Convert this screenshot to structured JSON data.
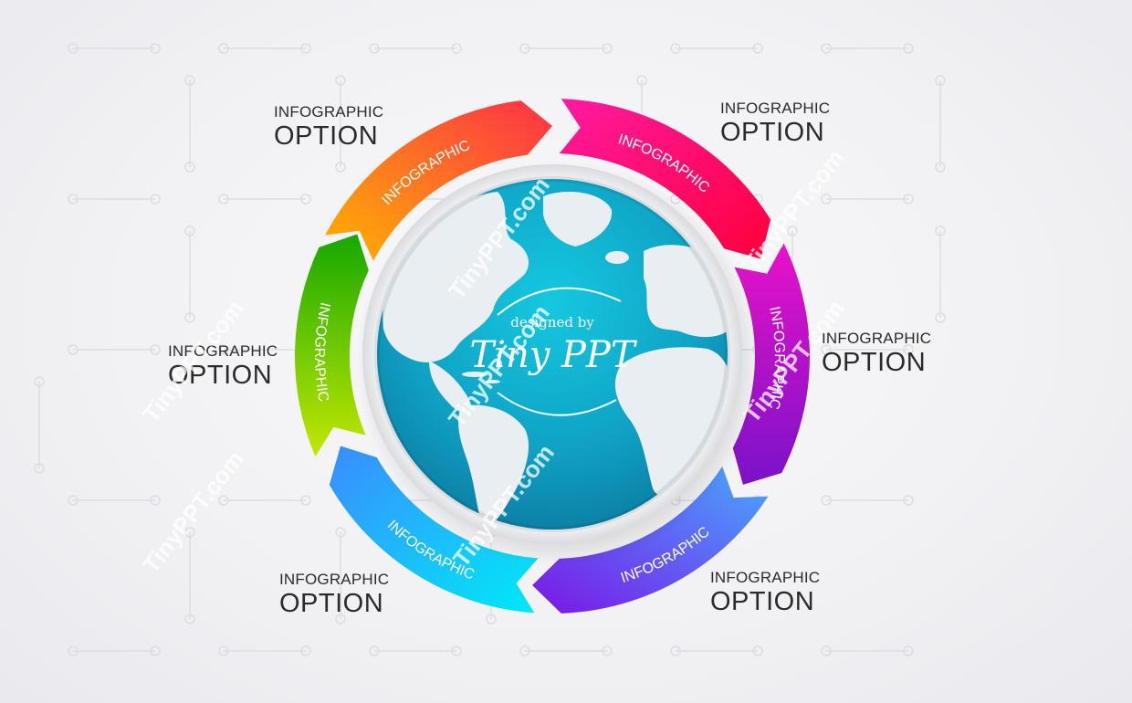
{
  "diagram": {
    "type": "circular-cycle-infographic",
    "center_element": "world-globe",
    "segments": [
      {
        "id": "orange",
        "ribbon_text": "INFOGRAPHIC",
        "gradient": [
          "#ffb300",
          "#ff3a45"
        ],
        "label_small": "INFOGRAPHIC",
        "label_big": "OPTION",
        "position": "top-left"
      },
      {
        "id": "pink",
        "ribbon_text": "INFOGRAPHIC",
        "gradient": [
          "#ff1493",
          "#ff0040"
        ],
        "label_small": "INFOGRAPHIC",
        "label_big": "OPTION",
        "position": "top-right"
      },
      {
        "id": "magenta",
        "ribbon_text": "INFOGRAPHIC",
        "gradient": [
          "#e010c8",
          "#7a10c8"
        ],
        "label_small": "INFOGRAPHIC",
        "label_big": "OPTION",
        "position": "right"
      },
      {
        "id": "violet",
        "ribbon_text": "INFOGRAPHIC",
        "gradient": [
          "#4aa0ff",
          "#7b1ae6"
        ],
        "label_small": "INFOGRAPHIC",
        "label_big": "OPTION",
        "position": "bottom-right"
      },
      {
        "id": "cyan",
        "ribbon_text": "INFOGRAPHIC",
        "gradient": [
          "#00e8f5",
          "#3a8cff"
        ],
        "label_small": "INFOGRAPHIC",
        "label_big": "OPTION",
        "position": "bottom-left"
      },
      {
        "id": "green",
        "ribbon_text": "INFOGRAPHIC",
        "gradient": [
          "#c0e600",
          "#1fae00"
        ],
        "label_small": "INFOGRAPHIC",
        "label_big": "OPTION",
        "position": "left"
      }
    ]
  },
  "labels": [
    {
      "small": "INFOGRAPHIC",
      "big": "OPTION"
    },
    {
      "small": "INFOGRAPHIC",
      "big": "OPTION"
    },
    {
      "small": "INFOGRAPHIC",
      "big": "OPTION"
    },
    {
      "small": "INFOGRAPHIC",
      "big": "OPTION"
    },
    {
      "small": "INFOGRAPHIC",
      "big": "OPTION"
    },
    {
      "small": "INFOGRAPHIC",
      "big": "OPTION"
    }
  ],
  "ribbon_texts": [
    "INFOGRAPHIC",
    "INFOGRAPHIC",
    "INFOGRAPHIC",
    "INFOGRAPHIC",
    "INFOGRAPHIC",
    "INFOGRAPHIC"
  ],
  "credit": {
    "line1": "designed by",
    "line2": "Tiny PPT"
  },
  "watermark": "TinyPPT.com",
  "colors": {
    "background": "#f2f2f5",
    "label_text": "#2b2b2b",
    "globe_ocean": "#12a3c4",
    "globe_land": "#e8eef2"
  }
}
